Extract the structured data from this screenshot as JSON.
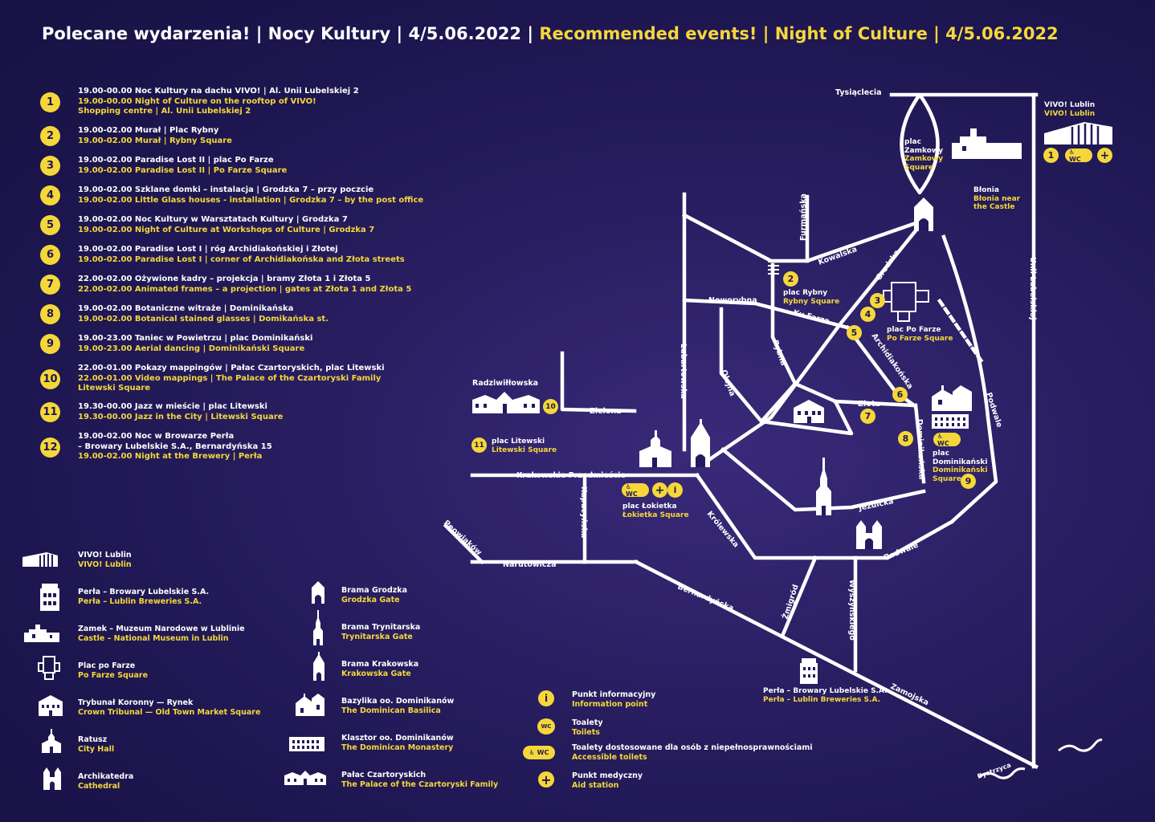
{
  "title": {
    "pl": "Polecane wydarzenia! | Nocy Kultury | 4/5.06.2022 |",
    "en": "Recommended events! | Night of Culture | 4/5.06.2022"
  },
  "events": [
    {
      "num": "1",
      "pl": "19.00-00.00 Noc Kultury na dachu VIVO! | Al. Unii Lubelskiej 2",
      "en": "19.00-00.00 Night of Culture on the rooftop of VIVO!",
      "en2": "Shopping centre | Al. Unii Lubelskiej 2"
    },
    {
      "num": "2",
      "pl": "19.00-02.00 Murał | Plac Rybny",
      "en": "19.00-02.00 Murał | Rybny Square",
      "en2": ""
    },
    {
      "num": "3",
      "pl": "19.00-02.00 Paradise Lost II | plac Po Farze",
      "en": "19.00-02.00 Paradise Lost II | Po Farze Square",
      "en2": ""
    },
    {
      "num": "4",
      "pl": "19.00-02.00 Szklane domki – instalacja | Grodzka 7 – przy poczcie",
      "en": "19.00-02.00 Little Glass houses - installation | Grodzka 7 – by the post office",
      "en2": ""
    },
    {
      "num": "5",
      "pl": "19.00-02.00 Noc Kultury w Warsztatach Kultury | Grodzka 7",
      "en": "19.00-02.00 Night of Culture at Workshops of Culture | Grodzka 7",
      "en2": ""
    },
    {
      "num": "6",
      "pl": "19.00-02.00 Paradise Lost I | róg Archidiakońskiej i Złotej",
      "en": "19.00-02.00 Paradise Lost I | corner of Archidiakońska and Złota streets",
      "en2": ""
    },
    {
      "num": "7",
      "pl": "22.00-02.00 Ożywione kadry – projekcja | bramy Złota 1 i Złota 5",
      "en": "22.00-02.00 Animated frames – a projection | gates at Złota 1 and Złota 5",
      "en2": ""
    },
    {
      "num": "8",
      "pl": "19.00-02.00 Botaniczne witraże | Dominikańska",
      "en": "19.00-02.00 Botanical stained glasses | Domikańska st.",
      "en2": ""
    },
    {
      "num": "9",
      "pl": "19.00-23.00 Taniec w Powietrzu | plac Dominikański",
      "en": "19.00-23.00 Aerial dancing | Dominikański Square",
      "en2": ""
    },
    {
      "num": "10",
      "pl": "22.00-01.00  Pokazy mappingów | Pałac Czartoryskich, plac Litewski",
      "en": "22.00-01.00 Video mappings | The Palace of the Czartoryski Family",
      "en2": "Litewski Square"
    },
    {
      "num": "11",
      "pl": "19.30-00.00 Jazz w mieście | plac Litewski",
      "en": "19.30-00.00 Jazz in the City | Litewski Square",
      "en2": ""
    },
    {
      "num": "12",
      "pl": "19.00-02.00 Noc w Browarze Perła",
      "pl2": "– Browary Lubelskie S.A., Bernardyńska 15",
      "en": "19.00-02.00 Night at the Brewery | Perła",
      "en2": ""
    }
  ],
  "legend_left": [
    {
      "icon": "vivo-icon",
      "pl": "VIVO! Lublin",
      "en": "VIVO! Lublin"
    },
    {
      "icon": "brewery-icon",
      "pl": "Perła – Browary Lubelskie S.A.",
      "en": "Perła – Lublin Breweries S.A."
    },
    {
      "icon": "castle-icon",
      "pl": "Zamek – Muzeum Narodowe w Lublinie",
      "en": "Castle – National Museum in Lublin"
    },
    {
      "icon": "po-farze-icon",
      "pl": "Plac po Farze",
      "en": "Po Farze Square"
    },
    {
      "icon": "tribunal-icon",
      "pl": "Trybunał Koronny — Rynek",
      "en": "Crown Tribunal — Old Town Market Square"
    },
    {
      "icon": "city-hall-icon",
      "pl": "Ratusz",
      "en": "City Hall"
    },
    {
      "icon": "cathedral-icon",
      "pl": "Archikatedra",
      "en": "Cathedral"
    }
  ],
  "legend_mid": [
    {
      "icon": "grodzka-gate-icon",
      "pl": "Brama Grodzka",
      "en": "Grodzka Gate"
    },
    {
      "icon": "trynitarska-gate-icon",
      "pl": "Brama Trynitarska",
      "en": "Trynitarska Gate"
    },
    {
      "icon": "krakowska-gate-icon",
      "pl": "Brama Krakowska",
      "en": "Krakowska Gate"
    },
    {
      "icon": "basilica-icon",
      "pl": "Bazylika oo. Dominikanów",
      "en": "The Dominican Basilica"
    },
    {
      "icon": "monastery-icon",
      "pl": "Klasztor oo. Dominikanów",
      "en": "The Dominican Monastery"
    },
    {
      "icon": "palace-icon",
      "pl": "Pałac Czartoryskich",
      "en": "The Palace of the Czartoryski Family"
    }
  ],
  "legend_right": [
    {
      "icon": "info-icon",
      "symbol": "i",
      "pl": "Punkt informacyjny",
      "en": "Information point"
    },
    {
      "icon": "wc-icon",
      "symbol": "WC",
      "pl": "Toalety",
      "en": "Toilets"
    },
    {
      "icon": "accessible-wc-icon",
      "symbol": "♿ WC",
      "pl": "Toalety dostosowane dla osób z niepełnosprawnościami",
      "en": "Accessible toilets"
    },
    {
      "icon": "medical-icon",
      "symbol": "+",
      "pl": "Punkt medyczny",
      "en": "Aid station"
    }
  ],
  "map": {
    "streets": {
      "tysiaclecia": "Tysiąclecia",
      "furmanska": "Furmańska",
      "kowalska": "Kowalska",
      "grodzka": "Grodzka",
      "noworybna": "Noworybna",
      "kufarze": "Ku Farze",
      "rybna": "Rybna",
      "lubartowska": "Lubartowska",
      "olejna": "Olejna",
      "archidiakonska": "Archidiakońska",
      "zlota": "Złota",
      "dominikanska": "Dominikańska",
      "podwale1": "Podwale",
      "podwale2": "Podwale",
      "jezuicka": "Jezuicka",
      "radziwillowska": "Radziwiłłowska",
      "zielona": "Zielona",
      "krakowskie": "Krakowskie Przedmieście",
      "kapucynska": "Kapucyńska",
      "peowiakow": "Peowiaków",
      "narutowicza": "Narutowicza",
      "krolewska": "Królewska",
      "bernardynska": "Bernardyńska",
      "kosciuszko": "Zamojska",
      "lubelskiej": "Unii Lubelskiej",
      "wyszynskiego": "Wyszyńskiego",
      "zmigrod": "Żmigród",
      "bystrzyca": "Bystrzyca"
    },
    "places": {
      "zamkowy_pl": "plac Zamkowy",
      "zamkowy_en": "Zamkowy Square",
      "blonia_pl": "Błonia",
      "blonia_en": "Błonia near the Castle",
      "vivo_pl": "VIVO! Lublin",
      "vivo_en": "VIVO! Lublin",
      "rybny_pl": "plac Rybny",
      "rybny_en": "Rybny Square",
      "pofarze_pl": "plac Po Farze",
      "pofarze_en": "Po Farze Square",
      "litewski_pl": "plac Litewski",
      "litewski_en": "Litewski Square",
      "lokietka_pl": "plac Łokietka",
      "lokietka_en": "Łokietka Square",
      "dominikanski_pl": "plac Dominikański",
      "dominikanski_en": "Dominikański Square",
      "perla_pl": "Perła – Browary Lubelskie S.A.",
      "perla_en": "Perła – Lublin Breweries S.A."
    }
  },
  "colors": {
    "accent": "#f5d73a",
    "background": "#231a5c",
    "road": "#ffffff"
  }
}
